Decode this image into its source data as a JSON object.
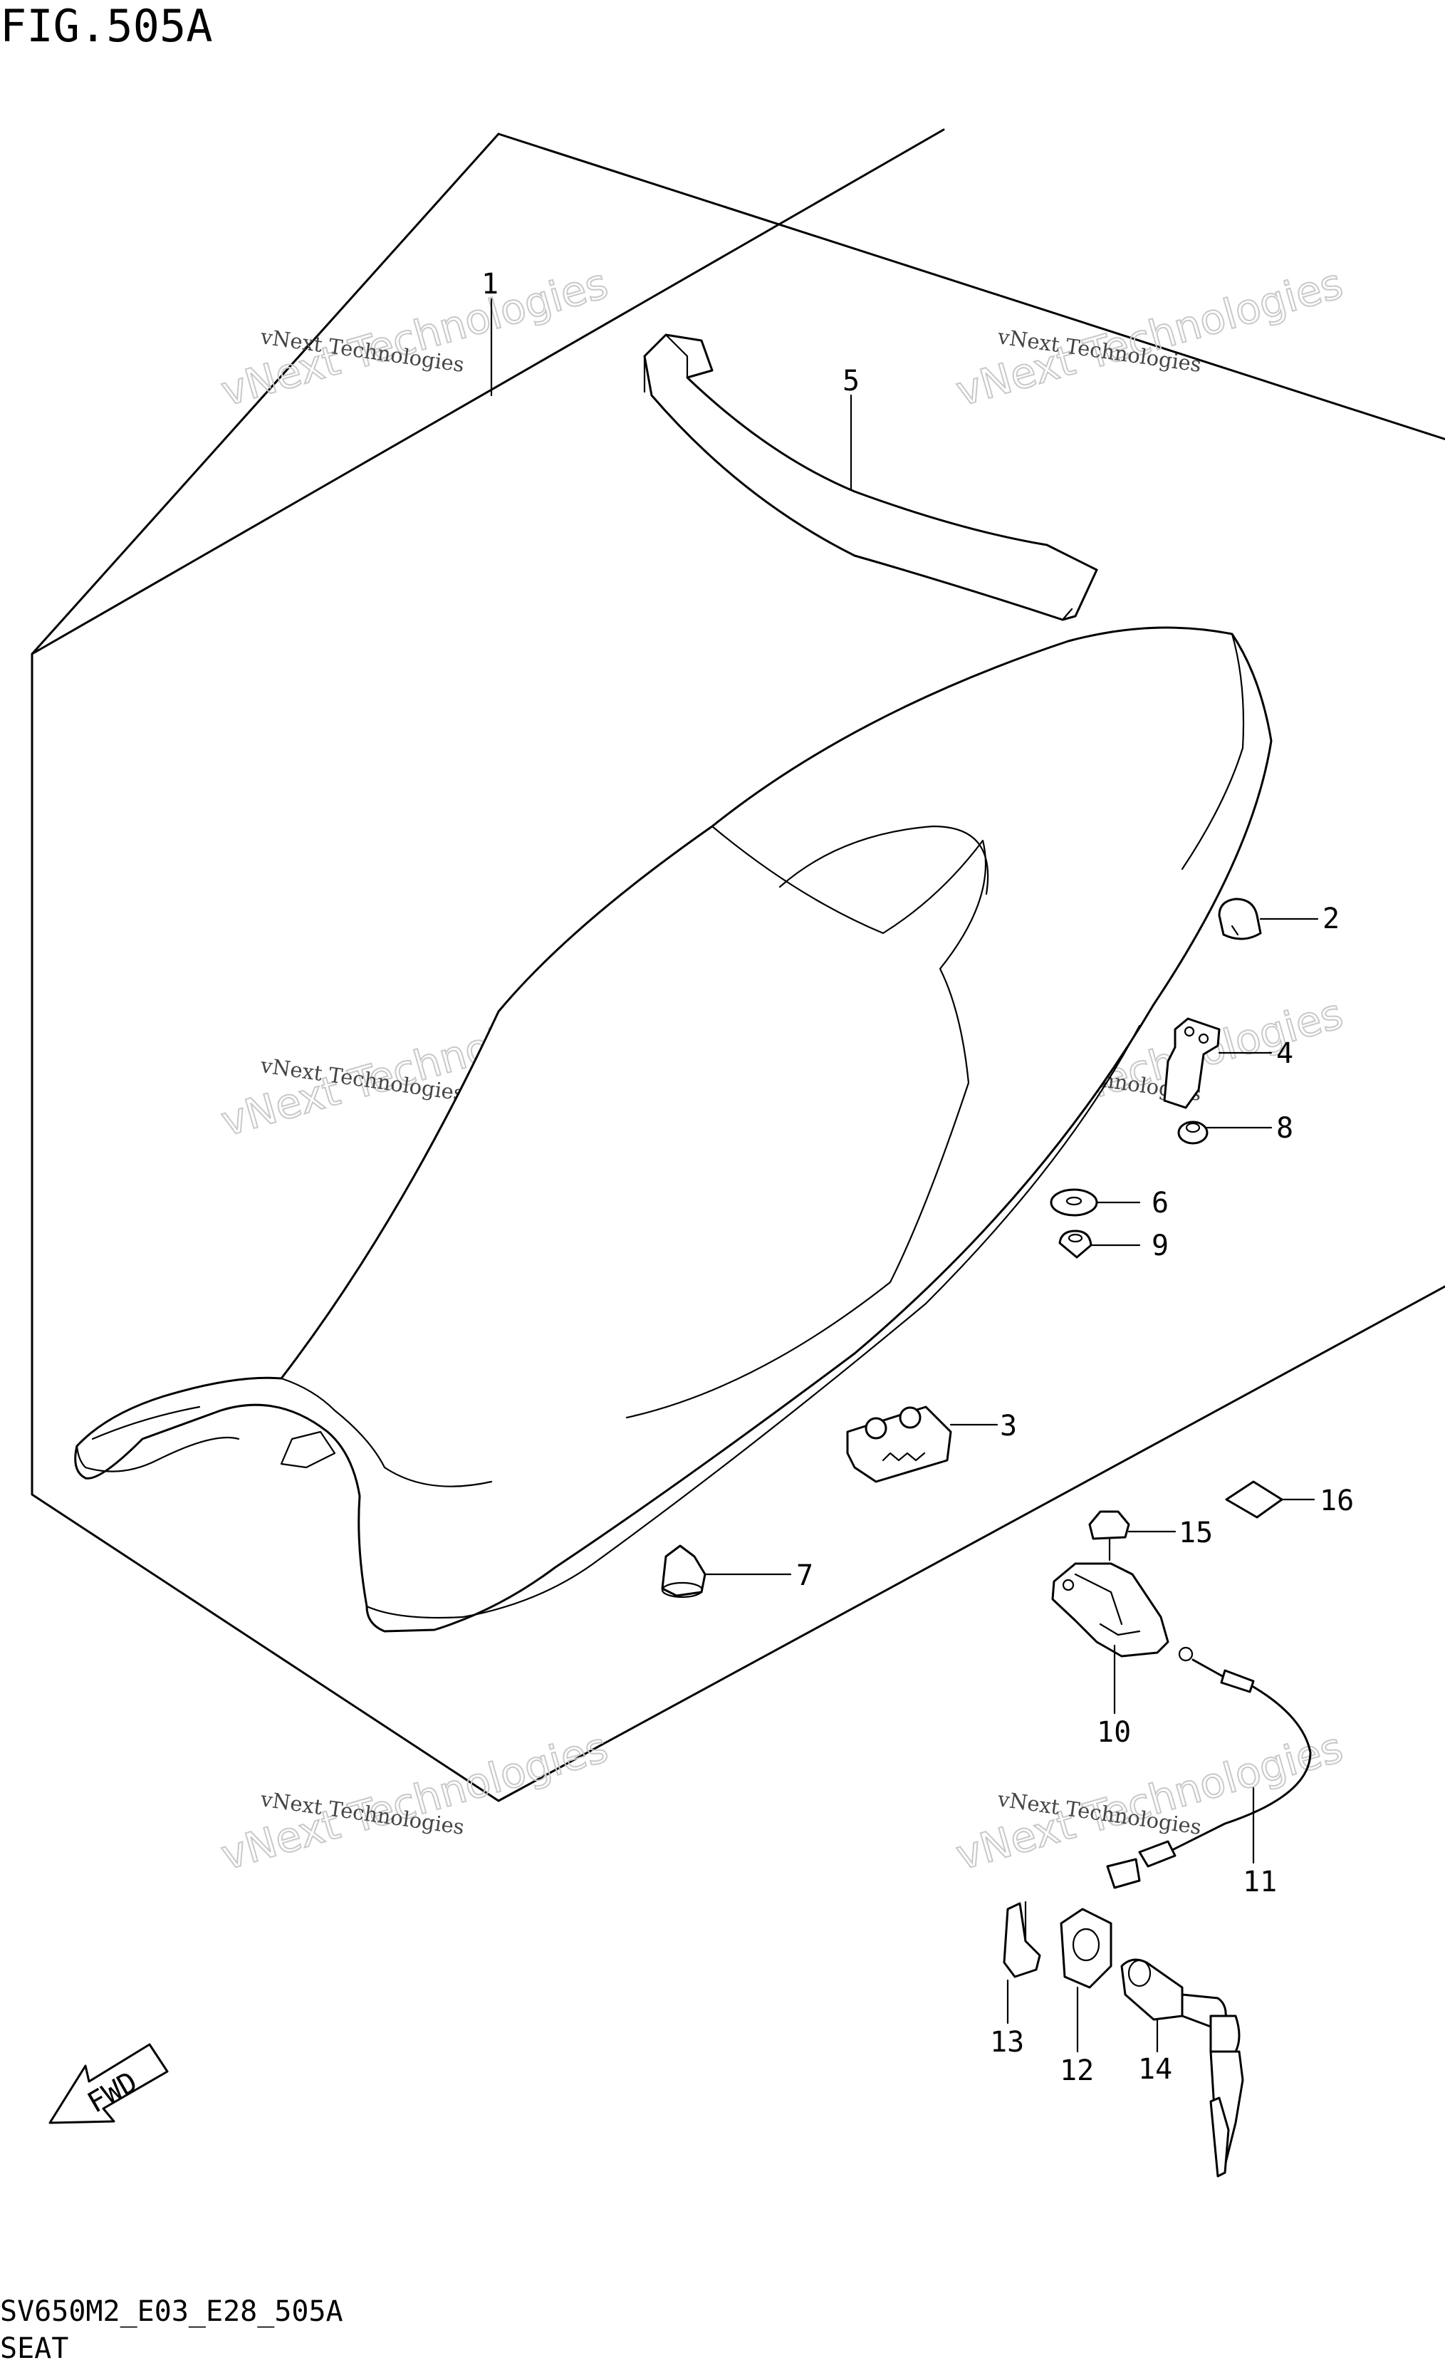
{
  "figure": {
    "title": "FIG.505A",
    "code": "SV650M2_E03_E28_505A",
    "caption": "SEAT"
  },
  "watermark": {
    "line1": "vNext Technologies",
    "line2": "vNext Technologies"
  },
  "fwd_label": "FWD",
  "callouts": {
    "c1": "1",
    "c2": "2",
    "c3": "3",
    "c4": "4",
    "c5": "5",
    "c6": "6",
    "c7": "7",
    "c8": "8",
    "c9": "9",
    "c10": "10",
    "c11": "11",
    "c12": "12",
    "c13": "13",
    "c14": "14",
    "c15": "15",
    "c16": "16"
  }
}
